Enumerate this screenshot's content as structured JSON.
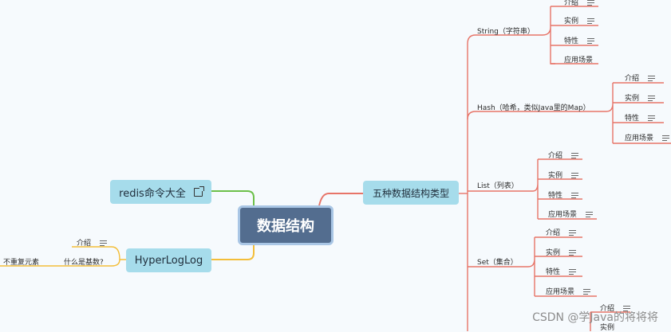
{
  "central_topic": "数据结构",
  "redis_node": {
    "label": "redis命令大全"
  },
  "hll_node": {
    "label": "HyperLogLog"
  },
  "types_node": {
    "label": "五种数据结构类型"
  },
  "hll_children": {
    "intro": "介绍",
    "question": "什么是基数?",
    "answer": "不重复元素"
  },
  "structures": [
    {
      "label": "String（字符串）",
      "children": [
        "介绍",
        "实例",
        "特性",
        "应用场景"
      ]
    },
    {
      "label": "Hash（哈希，类似Java里的Map）",
      "children": [
        "介绍",
        "实例",
        "特性",
        "应用场景"
      ]
    },
    {
      "label": "List（列表）",
      "children": [
        "介绍",
        "实例",
        "特性",
        "应用场景"
      ]
    },
    {
      "label": "Set（集合）",
      "children": [
        "介绍",
        "实例",
        "特性",
        "应用场景"
      ]
    },
    {
      "label": "",
      "children": [
        "介绍",
        "实例"
      ]
    }
  ],
  "watermark": "CSDN @学Java的将将将",
  "colors": {
    "background": "#f6fafd",
    "central_fill": "#536d8f",
    "central_border": "#a9c6e5",
    "topic_fill": "#a6dceb",
    "line_red": "#e77468",
    "line_green": "#6cc04a",
    "line_yellow": "#f3be3a"
  },
  "icons": {
    "note": "note-lines-icon",
    "link": "external-link-icon"
  }
}
